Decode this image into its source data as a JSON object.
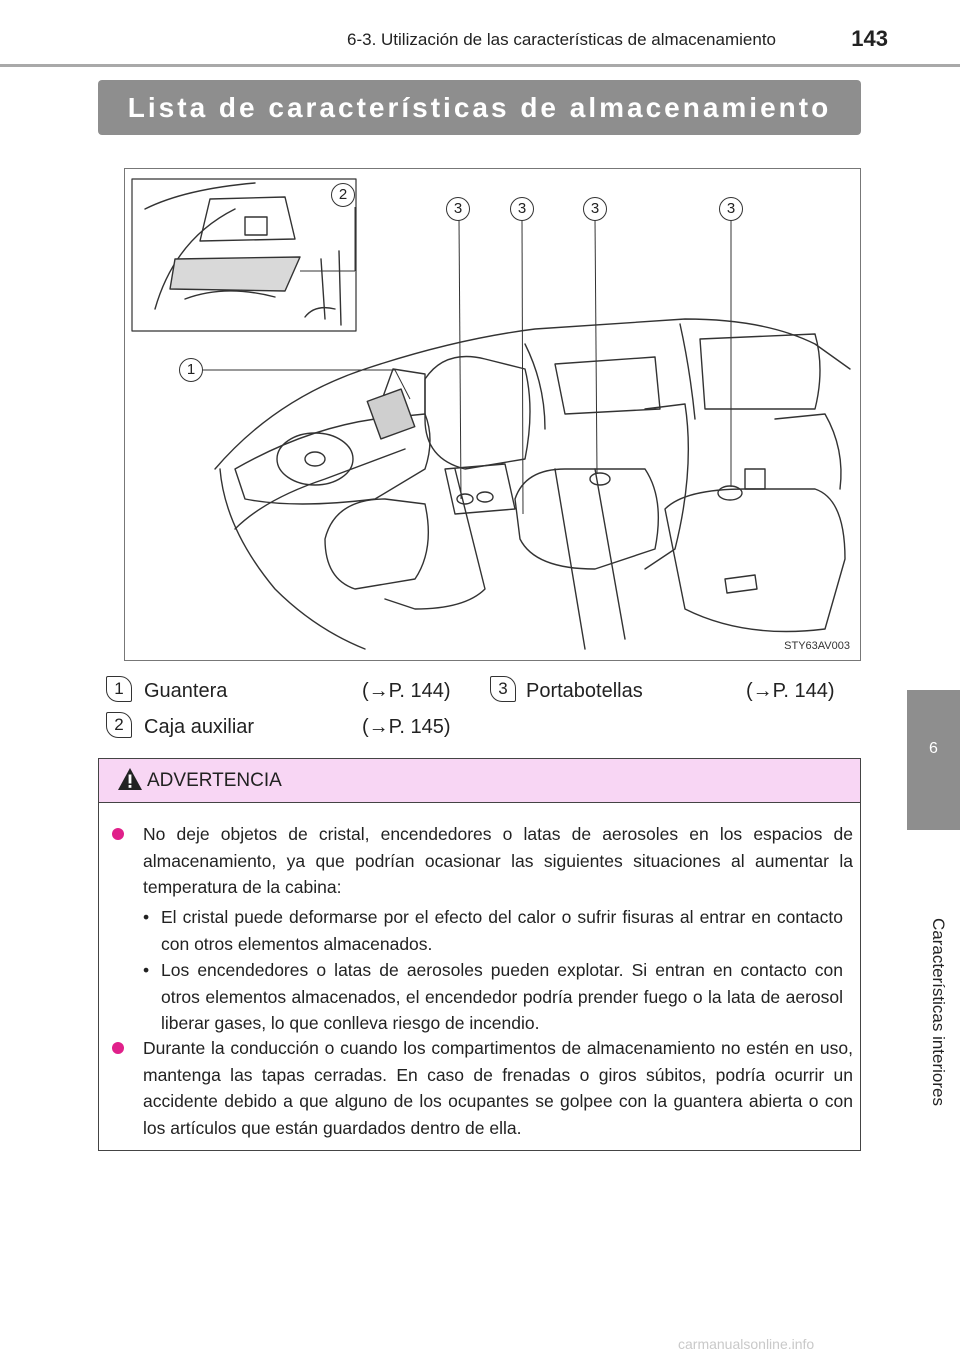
{
  "header": {
    "section": "6-3. Utilización de las características de almacenamiento",
    "page_number": "143"
  },
  "title": "Lista de características de almacenamiento",
  "side_tab": {
    "number": "6",
    "label": "Características interiores"
  },
  "figure": {
    "code": "STY63AV003",
    "callouts": [
      "1",
      "2",
      "3",
      "3",
      "3",
      "3"
    ]
  },
  "legend": [
    {
      "num": "1",
      "label": "Guantera",
      "ref": "(→P. 144)"
    },
    {
      "num": "2",
      "label": "Caja auxiliar",
      "ref": "(→P. 145)"
    },
    {
      "num": "3",
      "label": "Portabotellas",
      "ref": "(→P. 144)"
    }
  ],
  "warning": {
    "title": "ADVERTENCIA",
    "item1": "No deje objetos de cristal, encendedores o latas de aerosoles en los espacios de almacenamiento, ya que podrían ocasionar las siguientes situaciones al aumentar la temperatura de la cabina:",
    "sub1": "El cristal puede deformarse por el efecto del calor o sufrir fisuras al entrar en contacto con otros elementos almacenados.",
    "sub2": "Los encendedores o latas de aerosoles pueden explotar. Si entran en contacto con otros elementos almacenados, el encendedor podría prender fuego o la lata de aerosol liberar gases, lo que conlleva riesgo de incendio.",
    "item2": "Durante la conducción o cuando los compartimentos de almacenamiento no estén en uso, mantenga las tapas cerradas. En caso de frenadas o giros súbitos, podría ocurrir un accidente debido a que alguno de los ocupantes se golpee con la guantera abierta o con los artículos que están guardados dentro de ella."
  },
  "watermark": "carmanualsonline.info"
}
